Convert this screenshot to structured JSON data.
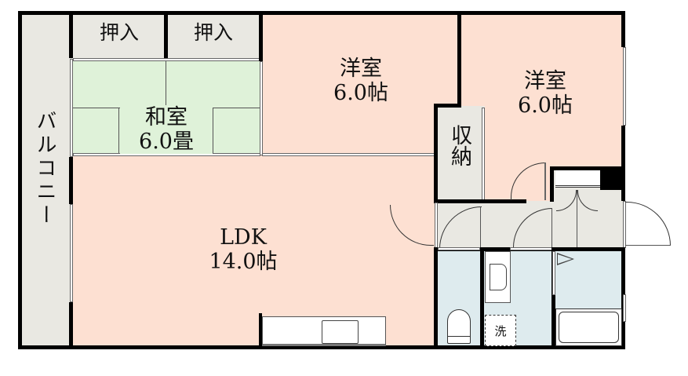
{
  "floor_plan": {
    "colors": {
      "wall": "#000000",
      "western_room": "#fde0d2",
      "japanese_room": "#dff2d9",
      "storage": "#e9e8e2",
      "wet_area": "#deebee",
      "background": "#ffffff"
    },
    "rooms": {
      "balcony": {
        "label": "バルコニー"
      },
      "oshiire_1": {
        "label": "押入"
      },
      "oshiire_2": {
        "label": "押入"
      },
      "washitsu": {
        "name": "和室",
        "size": "6.0畳"
      },
      "youshitsu_1": {
        "name": "洋室",
        "size": "6.0帖"
      },
      "youshitsu_2": {
        "name": "洋室",
        "size": "6.0帖"
      },
      "shuunou": {
        "label": "収納"
      },
      "ldk": {
        "name": "LDK",
        "size": "14.0帖"
      },
      "washer": {
        "label": "洗"
      }
    }
  }
}
